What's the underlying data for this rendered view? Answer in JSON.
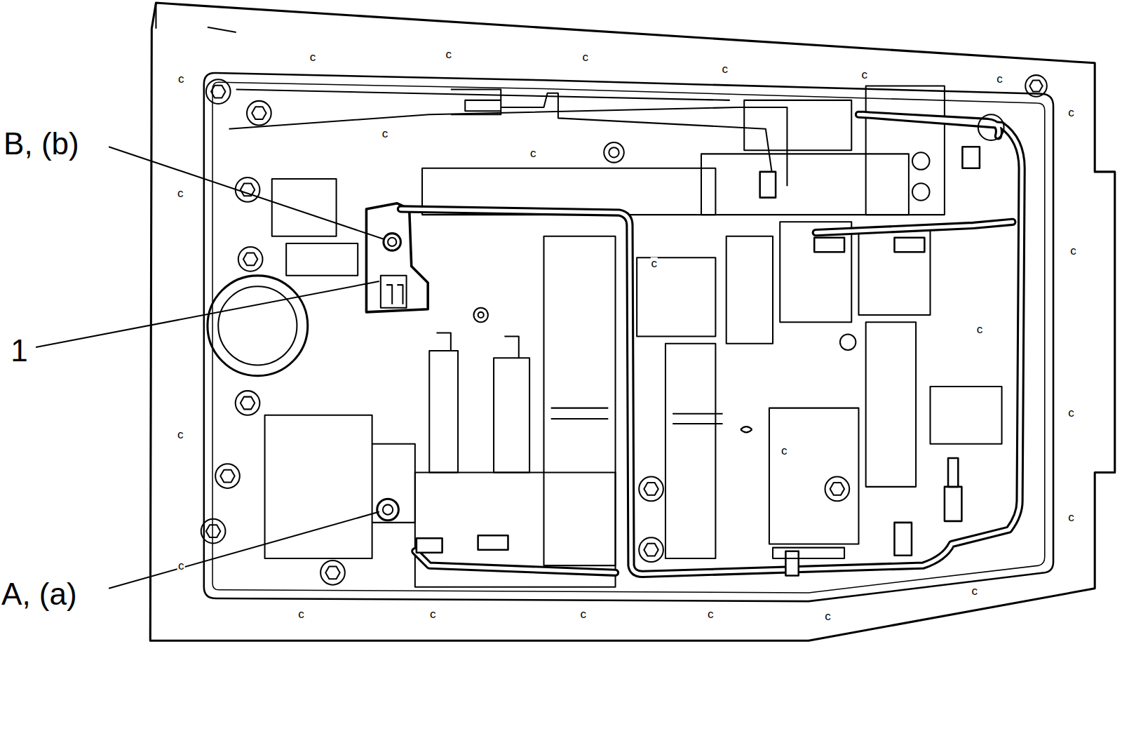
{
  "diagram": {
    "labels": [
      "c",
      "c",
      "c",
      "c",
      "c",
      "c",
      "c",
      "c",
      "B, (b)",
      "c",
      "c",
      "c",
      "c",
      "c",
      "c",
      "1",
      "c",
      "c",
      "c",
      "c",
      "c",
      "A, (a)",
      "c",
      "c",
      "c",
      "c",
      "c",
      "c"
    ]
  }
}
